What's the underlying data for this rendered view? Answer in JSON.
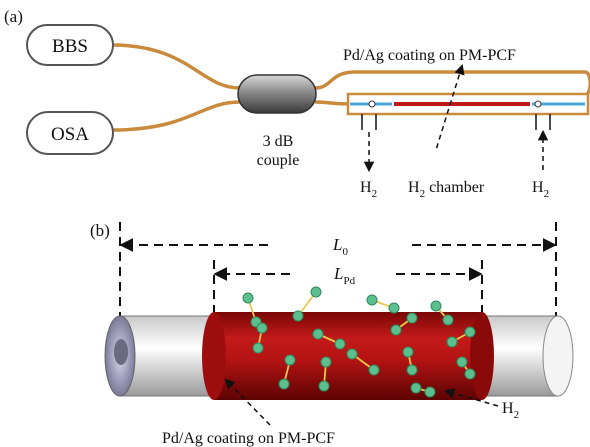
{
  "panel_a": {
    "label": "(a)",
    "source": "BBS",
    "analyzer": "OSA",
    "coupler_line1": "3 dB",
    "coupler_line2": "couple",
    "coating_label": "Pd/Ag coating on PM-PCF",
    "h2_left": "H",
    "h2_right": "H",
    "h2_sub": "2",
    "chamber_h": "H",
    "chamber_sub": "2",
    "chamber_text": " chamber"
  },
  "panel_b": {
    "label": "(b)",
    "l0_main": "L",
    "l0_sub": "0",
    "lpd_main": "L",
    "lpd_sub": "Pd",
    "h2_main": "H",
    "h2_sub": "2",
    "coating_label": "Pd/Ag coating on PM-PCF"
  },
  "colors": {
    "fiber": "#c98a3c",
    "rod_red": "#c01818",
    "molecule": "#5cbf8e",
    "bond": "#e8c84a",
    "chamber_blue": "#4aa6d8"
  }
}
